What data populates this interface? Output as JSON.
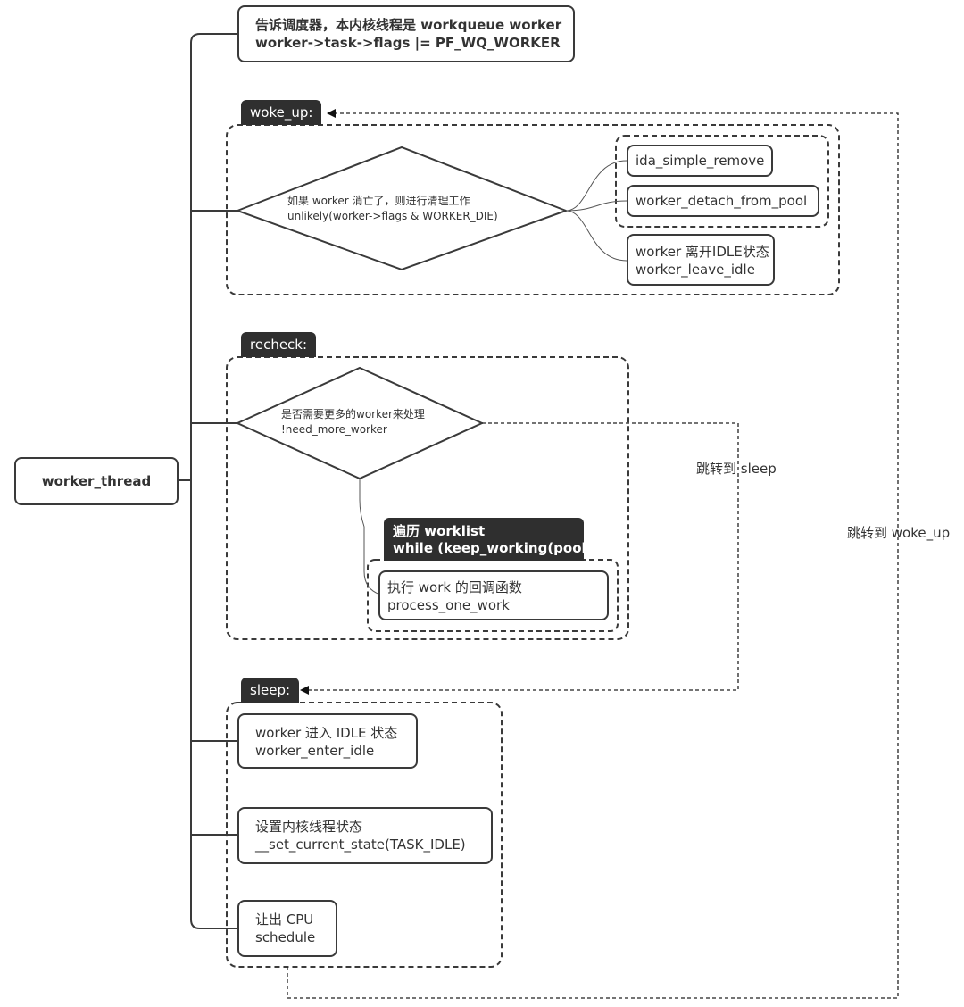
{
  "root": {
    "label": "worker_thread"
  },
  "top_box": {
    "line1": "告诉调度器，本内核线程是 workqueue worker",
    "line2": "worker->task->flags |= PF_WQ_WORKER"
  },
  "woke_up": {
    "tag": "woke_up:",
    "diamond": {
      "line1": "如果 worker 消亡了，则进行清理工作",
      "line2": "unlikely(worker->flags & WORKER_DIE)"
    },
    "ida": "ida_simple_remove",
    "detach": "worker_detach_from_pool",
    "leave_idle": {
      "line1": "worker 离开IDLE状态",
      "line2": "worker_leave_idle"
    }
  },
  "recheck": {
    "tag": "recheck:",
    "diamond": {
      "line1": "是否需要更多的worker来处理",
      "line2": "!need_more_worker"
    },
    "loop_tag": {
      "line1": "遍历 worklist",
      "line2": "while (keep_working(pool))"
    },
    "process": {
      "line1": "执行 work 的回调函数",
      "line2": "process_one_work"
    }
  },
  "sleep": {
    "tag": "sleep:",
    "enter_idle": {
      "line1": "worker 进入 IDLE 状态",
      "line2": "worker_enter_idle"
    },
    "set_state": {
      "line1": "设置内核线程状态",
      "line2": "__set_current_state(TASK_IDLE)"
    },
    "schedule": {
      "line1": "让出 CPU",
      "line2": "schedule"
    }
  },
  "jumps": {
    "to_sleep": "跳转到 sleep",
    "to_woke_up": "跳转到 woke_up"
  }
}
